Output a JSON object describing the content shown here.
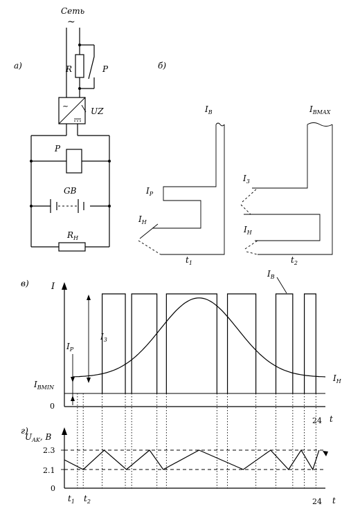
{
  "labels": {
    "panel_a": "а)",
    "panel_b": "б)",
    "panel_v": "в)",
    "panel_g": "г)",
    "network": "Сеть",
    "tilde": "~",
    "R": "R",
    "P_switch": "P",
    "UZ": "UZ",
    "P_relay": "P",
    "GB": "GB",
    "RH": "R",
    "RH_sub": "Н"
  },
  "hysteresis": {
    "left": {
      "IB": "I",
      "IB_sub": "В",
      "IP": "I",
      "IP_sub": "Р",
      "IH": "I",
      "IH_sub": "Н",
      "t": "t",
      "t_sub": "1"
    },
    "right": {
      "IBMAX": "I",
      "IBMAX_sub": "BMAX",
      "I3": "I",
      "I3_sub": "3",
      "IH": "I",
      "IH_sub": "Н",
      "t": "t",
      "t_sub": "2"
    }
  },
  "chart_v": {
    "y_axis": "I",
    "x_axis": "t",
    "x_end_label": "24",
    "zero_label": "0",
    "IBMIN": "I",
    "IBMIN_sub": "BMIN",
    "IP": "I",
    "IP_sub": "P",
    "I3": "I",
    "I3_sub": "3",
    "IB": "I",
    "IB_sub": "B",
    "IH": "I",
    "IH_sub": "Н"
  },
  "chart_g": {
    "y_axis": "U",
    "y_axis_sub": "AK",
    "y_axis_unit": ", В",
    "x_axis": "t",
    "ticks": [
      "2.3",
      "2.1",
      "0"
    ],
    "x_end_label": "24",
    "t1": "t",
    "t1_sub": "1",
    "t2": "t",
    "t2_sub": "2"
  },
  "chart_data": [
    {
      "type": "line",
      "description_ref": "в)",
      "x_range": [
        0,
        24
      ],
      "series": [
        {
          "name": "I_B",
          "x": [
            0,
            2,
            4,
            6,
            8,
            10,
            12,
            14,
            16,
            18,
            20,
            22,
            24
          ],
          "y": [
            0.18,
            0.2,
            0.3,
            0.48,
            0.7,
            0.9,
            1.0,
            0.9,
            0.7,
            0.48,
            0.3,
            0.2,
            0.18
          ]
        }
      ],
      "charge_pulses": [
        [
          2.8,
          5.0
        ],
        [
          5.6,
          8.0
        ],
        [
          8.9,
          13.7
        ],
        [
          14.7,
          17.4
        ],
        [
          19.3,
          20.9
        ],
        [
          22.0,
          23.1
        ]
      ]
    },
    {
      "type": "line",
      "description_ref": "г)",
      "yticks": [
        0,
        2.1,
        2.3
      ],
      "x_range": [
        0,
        24
      ],
      "series": [
        {
          "name": "U_AK",
          "x": [
            0,
            1,
            3,
            5.1,
            7.3,
            8.6,
            12.0,
            16.2,
            18.8,
            20.5,
            21.7,
            22.8,
            23.4
          ],
          "y": [
            2.2,
            2.1,
            2.3,
            2.1,
            2.3,
            2.1,
            2.3,
            2.1,
            2.3,
            2.1,
            2.3,
            2.1,
            2.3
          ]
        }
      ]
    }
  ]
}
